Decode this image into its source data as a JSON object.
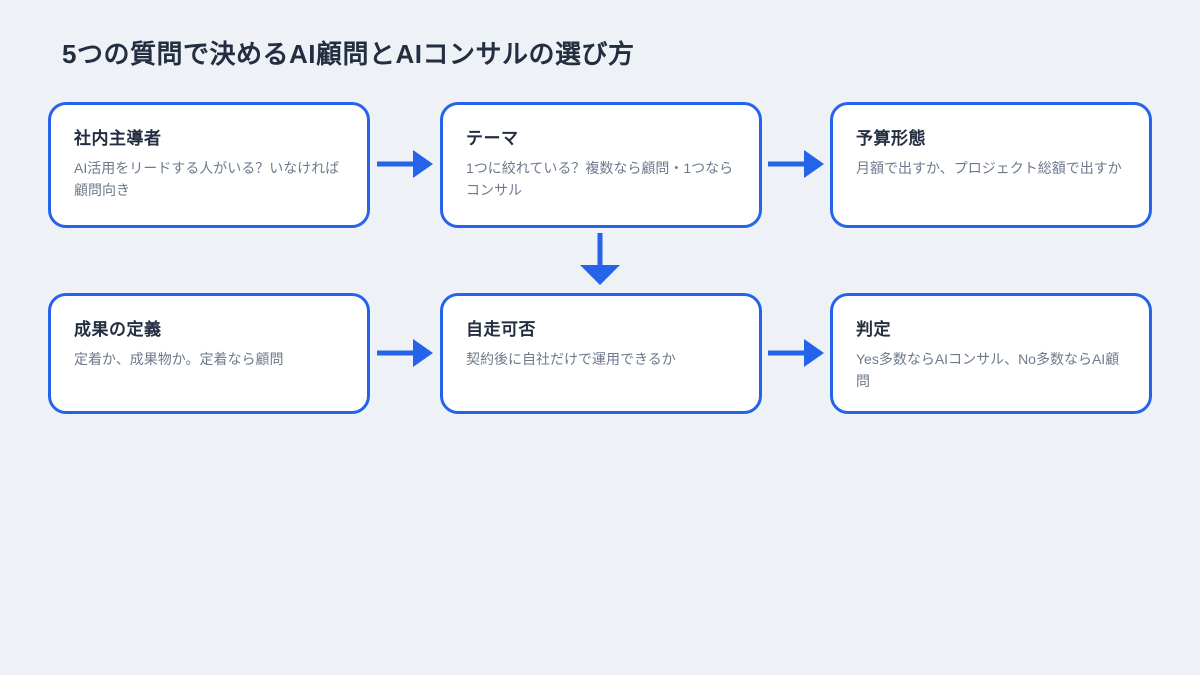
{
  "title": "5つの質問で決めるAI顧問とAIコンサルの選び方",
  "colors": {
    "background": "#eef1f6",
    "box_fill": "#ffffff",
    "accent": "#2563eb",
    "title_text": "#232e40",
    "body_text": "#6e7a8c"
  },
  "nodes": [
    {
      "title": "社内主導者",
      "description": "AI活用をリードする人がいる？いなければ顧問向き"
    },
    {
      "title": "テーマ",
      "description": "1つに絞れている？複数なら顧問・1つならコンサル"
    },
    {
      "title": "予算形態",
      "description": "月額で出すか、プロジェクト総額で出すか"
    },
    {
      "title": "成果の定義",
      "description": "定着か、成果物か。定着なら顧問"
    },
    {
      "title": "自走可否",
      "description": "契約後に自社だけで運用できるか"
    },
    {
      "title": "判定",
      "description": "Yes多数ならAIコンサル、No多数ならAI顧問"
    }
  ],
  "connections": [
    {
      "from": "社内主導者",
      "to": "テーマ",
      "direction": "right"
    },
    {
      "from": "テーマ",
      "to": "予算形態",
      "direction": "right"
    },
    {
      "from": "テーマ",
      "to": "自走可否",
      "direction": "down"
    },
    {
      "from": "成果の定義",
      "to": "自走可否",
      "direction": "right"
    },
    {
      "from": "自走可否",
      "to": "判定",
      "direction": "right"
    }
  ]
}
